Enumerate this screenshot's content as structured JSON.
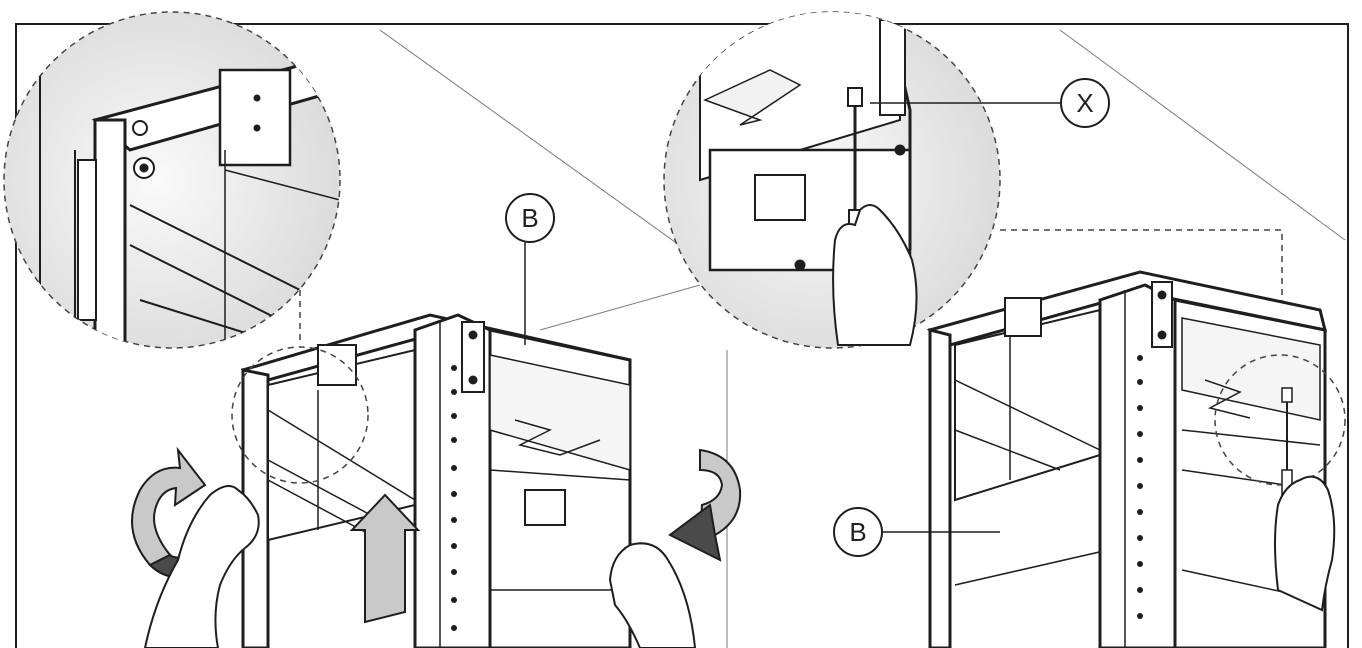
{
  "callouts": {
    "b_top": "B",
    "x_screw": "X",
    "b_right": "B"
  },
  "colors": {
    "line": "#1e1e1e",
    "thin_line": "#3a3a3a",
    "frame_fill": "#ffffff",
    "arrow_dark": "#4a4a4a",
    "arrow_light": "#c9c9c9",
    "zoom_fill": "#ebebeb"
  },
  "icons": {
    "rotate_left": "curved-rotation-arrow-icon",
    "push_up": "up-arrow-icon",
    "rotate_right": "curved-rotation-arrow-icon",
    "screwdriver": "screwdriver-icon",
    "hand": "hand-icon"
  }
}
